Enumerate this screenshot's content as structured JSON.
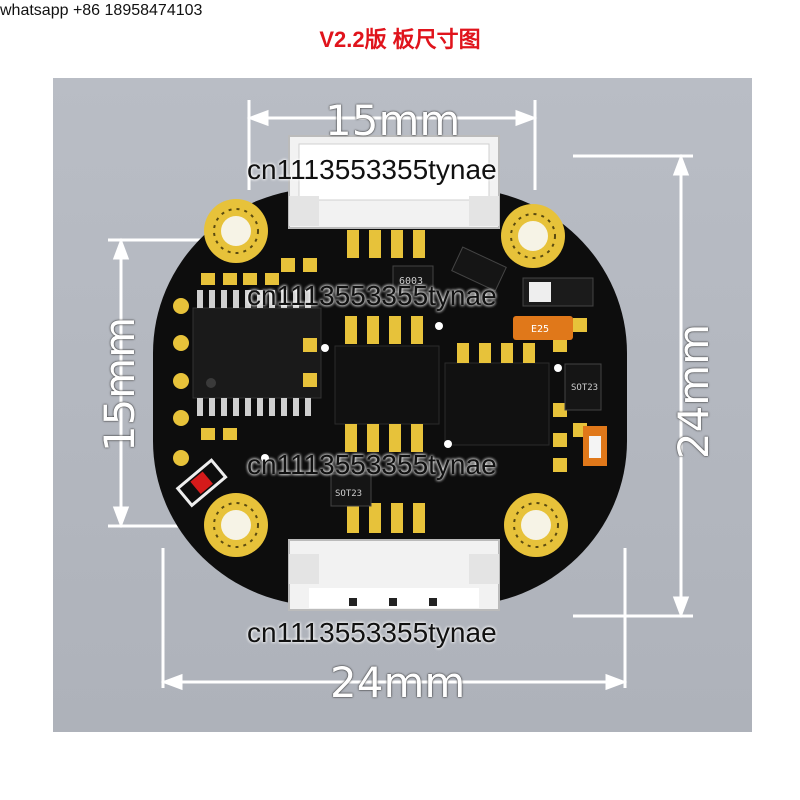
{
  "header": {
    "contact": "whatsapp   +86 18958474103",
    "title": "V2.2版 板尺寸图"
  },
  "dimensions": {
    "top": "15mm",
    "bottom": "24mm",
    "left": "15mm",
    "right": "24mm"
  },
  "watermarks": [
    "cn1113553355tynae",
    "cn1113553355tynae",
    "cn1113553355tynae",
    "cn1113553355tynae"
  ],
  "components": {
    "ic_top": "6003",
    "ic_right": "SOT23",
    "ic_bottom_left": "SOT23",
    "cap_label": "E25"
  },
  "colors": {
    "title": "#e0141c",
    "board": "#0d0d0d",
    "pad": "#e7c23a",
    "panel": "#b4b8c0",
    "connector": "#f2f2f2"
  }
}
